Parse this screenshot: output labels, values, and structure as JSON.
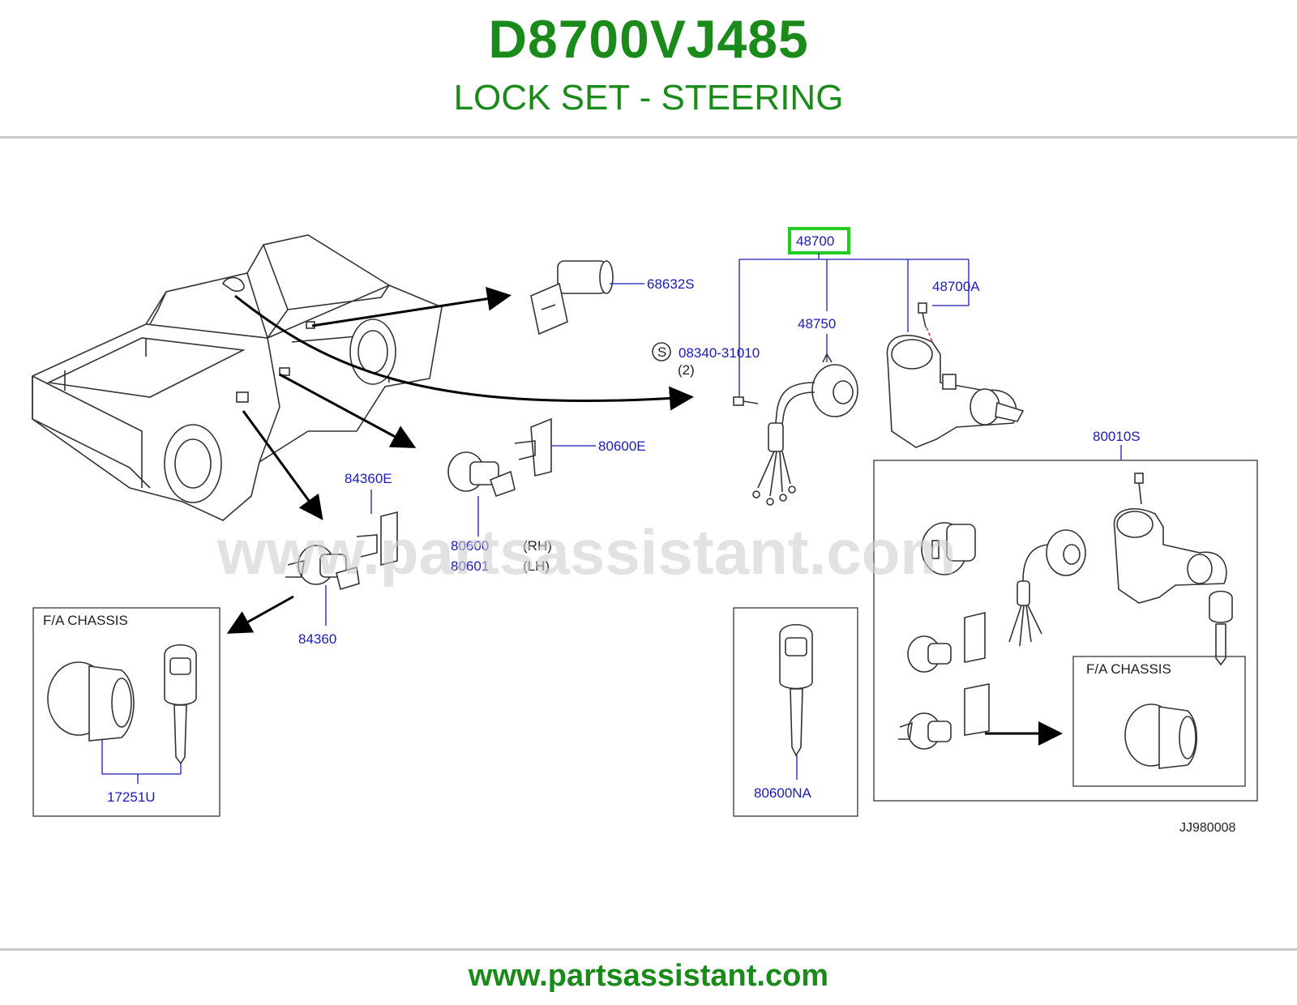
{
  "header": {
    "part_code": "D8700VJ485",
    "part_title": "LOCK SET - STEERING"
  },
  "watermark": "www.partsassistant.com",
  "diagram": {
    "callouts": {
      "c48700": "48700",
      "c48700A": "48700A",
      "c48750": "48750",
      "c68632S": "68632S",
      "c08340": "08340-31010",
      "c08340_qty": "(2)",
      "c08340_prefix": "S",
      "c80600E": "80600E",
      "c84360E": "84360E",
      "c80600": "80600",
      "c80601": "80601",
      "c80600_side": "(RH)",
      "c80601_side": "(LH)",
      "c84360": "84360",
      "c80010S": "80010S",
      "c17251U": "17251U",
      "c80600NA": "80600NA"
    },
    "inset_left_title": "F/A   CHASSIS",
    "inset_right_title": "F/A   CHASSIS",
    "drawing_code": "JJ980008"
  },
  "footer": {
    "url": "www.partsassistant.com"
  },
  "colors": {
    "brand_green": "#1a8a1a",
    "callout_blue": "#1a1ab8",
    "highlight_green": "#22cc22"
  }
}
